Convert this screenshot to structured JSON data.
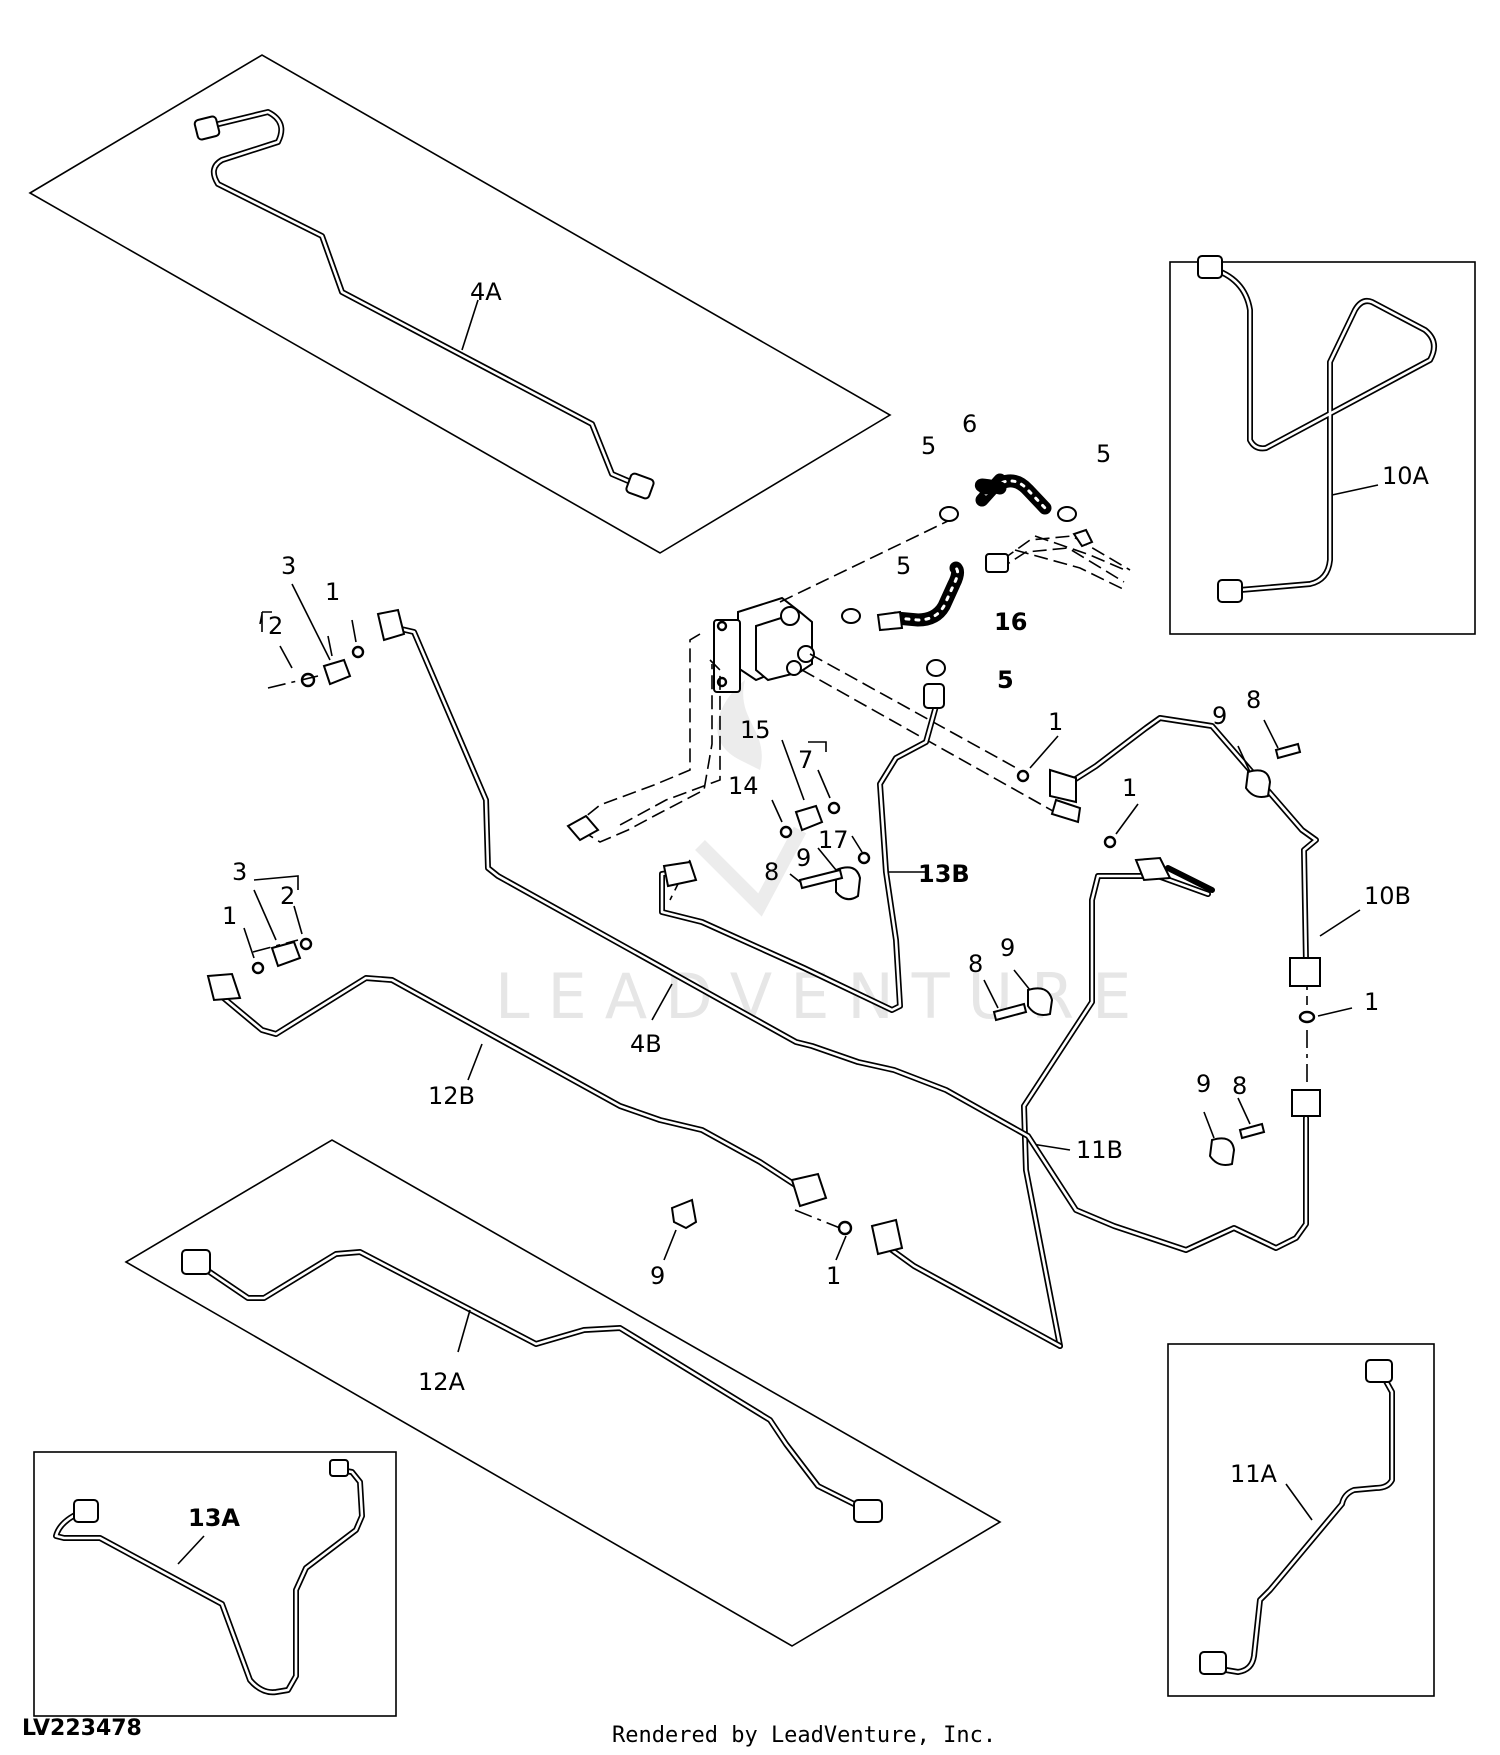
{
  "diagram": {
    "figure_code": "LV223478",
    "credit": "Rendered by LeadVenture, Inc.",
    "watermark": "LEADVENTURE",
    "callouts": [
      {
        "id": "c4A",
        "text": "4A",
        "bold": false
      },
      {
        "id": "c10A",
        "text": "10A",
        "bold": false
      },
      {
        "id": "c6",
        "text": "6",
        "bold": false
      },
      {
        "id": "c5a",
        "text": "5",
        "bold": false
      },
      {
        "id": "c5b",
        "text": "5",
        "bold": false
      },
      {
        "id": "c5c",
        "text": "5",
        "bold": false
      },
      {
        "id": "c16",
        "text": "16",
        "bold": true
      },
      {
        "id": "c5d",
        "text": "5",
        "bold": true
      },
      {
        "id": "c3a",
        "text": "3",
        "bold": false
      },
      {
        "id": "c2a",
        "text": "2",
        "bold": false
      },
      {
        "id": "c1a",
        "text": "1",
        "bold": false
      },
      {
        "id": "c15",
        "text": "15",
        "bold": false
      },
      {
        "id": "c7",
        "text": "7",
        "bold": false
      },
      {
        "id": "c14",
        "text": "14",
        "bold": false
      },
      {
        "id": "c1b",
        "text": "1",
        "bold": false
      },
      {
        "id": "c1c",
        "text": "1",
        "bold": false
      },
      {
        "id": "c9a",
        "text": "9",
        "bold": false
      },
      {
        "id": "c8a",
        "text": "8",
        "bold": false
      },
      {
        "id": "c17",
        "text": "17",
        "bold": false
      },
      {
        "id": "c9b",
        "text": "9",
        "bold": false
      },
      {
        "id": "c8b",
        "text": "8",
        "bold": false
      },
      {
        "id": "c13B",
        "text": "13B",
        "bold": true
      },
      {
        "id": "c10B",
        "text": "10B",
        "bold": false
      },
      {
        "id": "c3b",
        "text": "3",
        "bold": false
      },
      {
        "id": "c2b",
        "text": "2",
        "bold": false
      },
      {
        "id": "c1d",
        "text": "1",
        "bold": false
      },
      {
        "id": "c9c",
        "text": "9",
        "bold": false
      },
      {
        "id": "c8c",
        "text": "8",
        "bold": false
      },
      {
        "id": "c4B",
        "text": "4B",
        "bold": false
      },
      {
        "id": "c12B",
        "text": "12B",
        "bold": false
      },
      {
        "id": "c1e",
        "text": "1",
        "bold": false
      },
      {
        "id": "c9d",
        "text": "9",
        "bold": false
      },
      {
        "id": "c8d",
        "text": "8",
        "bold": false
      },
      {
        "id": "c11B",
        "text": "11B",
        "bold": false
      },
      {
        "id": "c9e",
        "text": "9",
        "bold": false
      },
      {
        "id": "c1f",
        "text": "1",
        "bold": false
      },
      {
        "id": "c12A",
        "text": "12A",
        "bold": false
      },
      {
        "id": "c11A",
        "text": "11A",
        "bold": false
      },
      {
        "id": "c13A",
        "text": "13A",
        "bold": true
      }
    ]
  }
}
